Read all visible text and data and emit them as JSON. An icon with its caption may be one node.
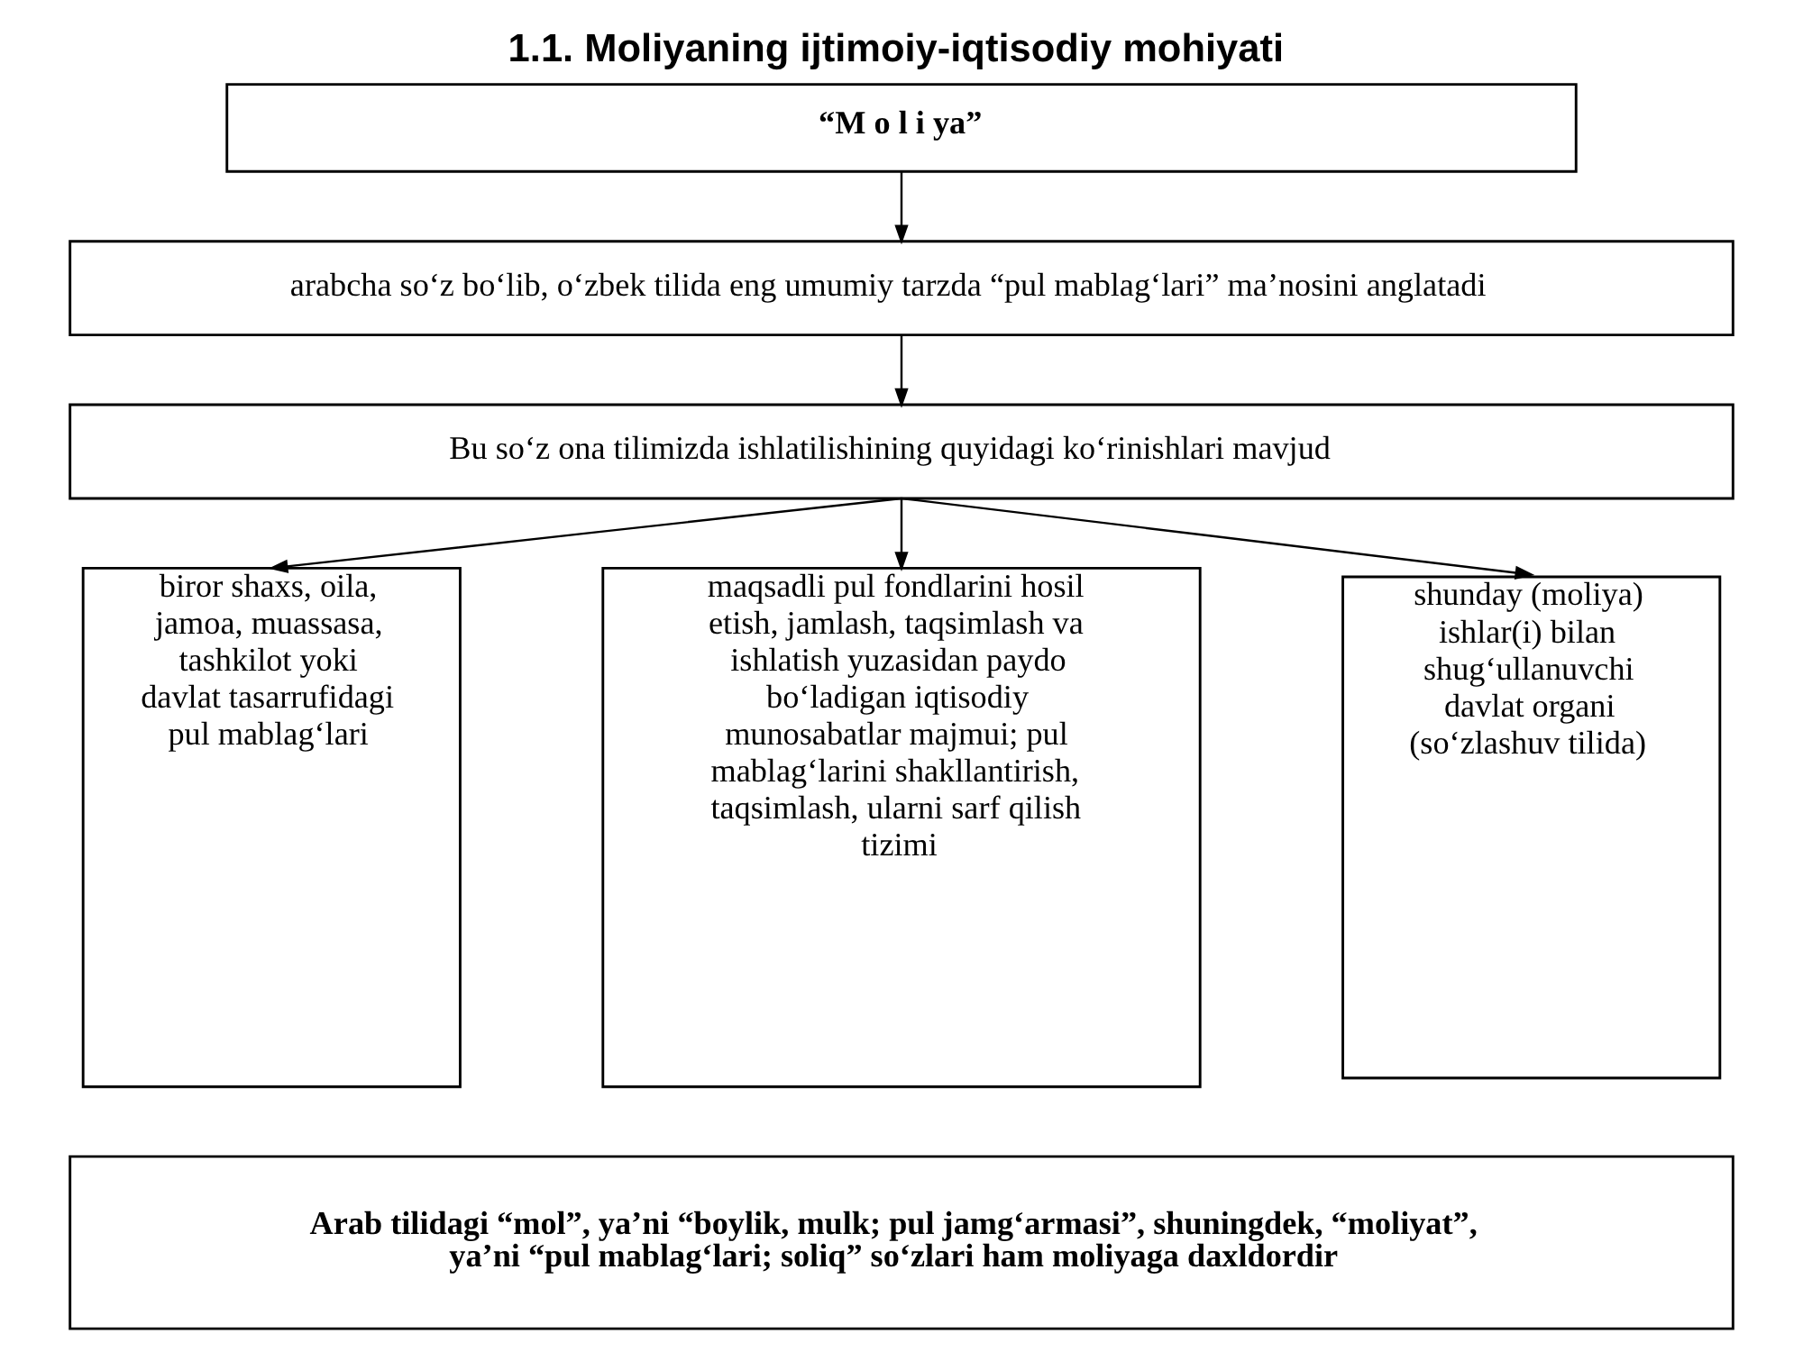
{
  "diagram": {
    "title": "1.1. Moliyaning ijtimoiy-iqtisodiy mohiyati",
    "nodes": [
      {
        "text": [
          "“M o l i ya”"
        ]
      },
      {
        "text": [
          "arabcha so‘z bo‘lib, o‘zbek tilida eng umumiy tarzda “pul mablag‘lari” ma’nosini anglatadi"
        ]
      },
      {
        "text": [
          "Bu so‘z ona tilimizda ishlatilishining quyidagi ko‘rinishlari mavjud"
        ]
      },
      {
        "text": [
          "biror shaxs, oila, jamoa, muassasa, tashkilot yoki davlat tasarrufidagi pul mablag‘lari"
        ]
      },
      {
        "text": [
          "maqsadli pul fondlarini hosil etish, jamlash, taqsimlash va ishlatish yuzasidan paydo bo‘ladigan iqtisodiy munosabatlar majmui; pul mablag‘larini shakllantirish, taqsimlash, ularni sarf qilish tizimi"
        ]
      },
      {
        "text": [
          "shunday (moliya) ishlar(i) bilan shug‘ullanuvchi davlat organi (so‘zlashuv tilida)"
        ]
      },
      {
        "text": [
          "Arab tilidagi “mol”, ya’ni “boylik, mulk; pul jamg‘armasi”, shuningdek, “moliyat”, ya’ni “pul mablag‘lari; soliq” so‘zlari ham moliyaga daxldordir"
        ]
      }
    ],
    "edges": [
      {
        "from": 0,
        "to": 1,
        "arrow": "to"
      },
      {
        "from": 1,
        "to": 2,
        "arrow": "to"
      },
      {
        "from": 2,
        "to": 3,
        "arrow": "to"
      },
      {
        "from": 2,
        "to": 4,
        "arrow": "to"
      },
      {
        "from": 2,
        "to": 5,
        "arrow": "to"
      }
    ]
  }
}
